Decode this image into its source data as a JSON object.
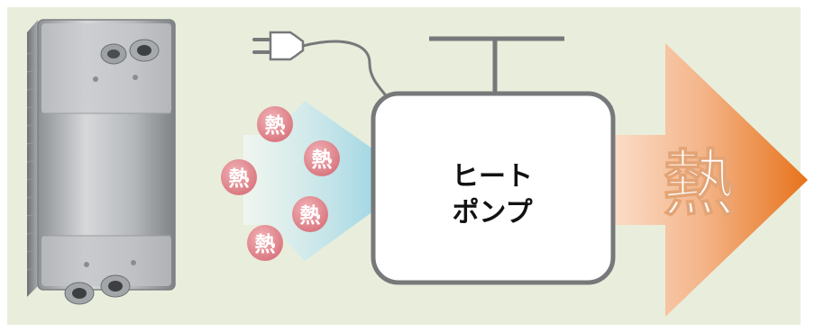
{
  "diagram": {
    "heat_source_labels": [
      "熱",
      "熱",
      "熱",
      "熱",
      "熱"
    ],
    "heat_pump_label_lines": [
      "ヒート",
      "ポンプ"
    ],
    "output_heat_label": "熱",
    "colors": {
      "background": "#e8eedc",
      "pump_fill": "#ffffff",
      "pump_stroke": "#77787a",
      "pipe": "#77787a",
      "input_arrow_start": "#eef7fa",
      "input_arrow_end": "#8ccfe0",
      "output_arrow_start": "#fbe4d0",
      "output_arrow_end": "#e97a21",
      "heat_bubble": "#e99aa0",
      "heat_bubble_text": "#ffffff",
      "exchanger_metal": "#b8babd"
    },
    "icons": [
      "heat-exchanger-image",
      "power-plug-icon"
    ]
  }
}
